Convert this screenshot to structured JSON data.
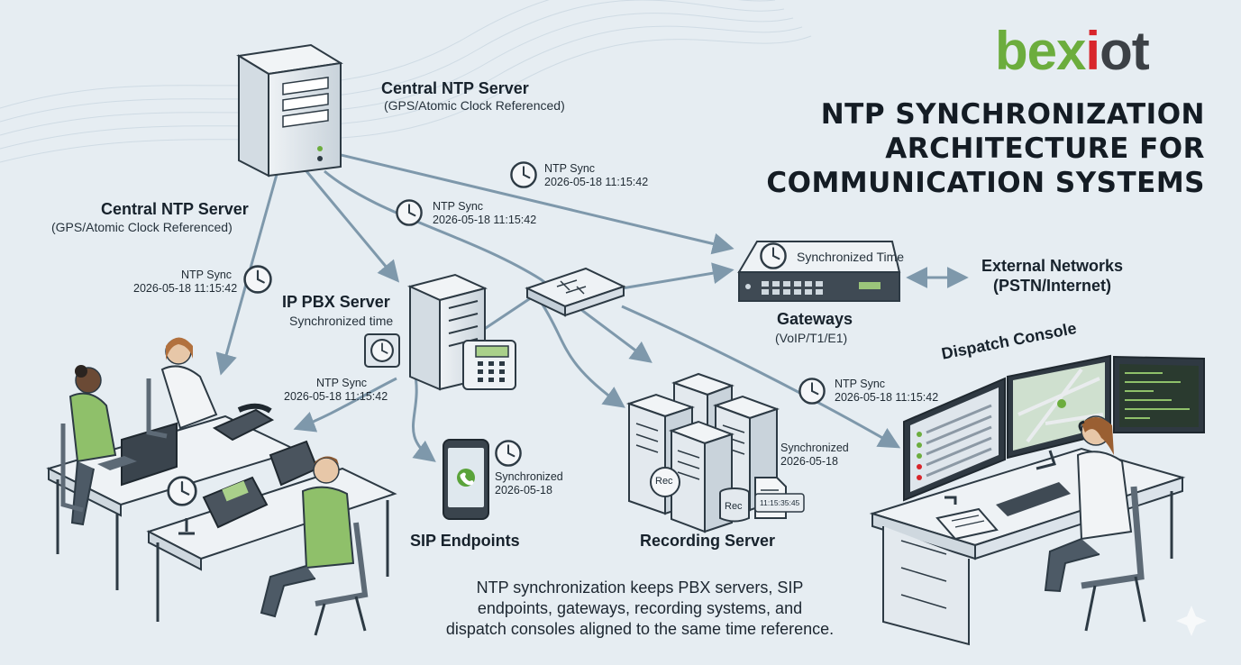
{
  "brand": {
    "logo_part1": "bex",
    "logo_part2": "i",
    "logo_part3": "ot"
  },
  "title": {
    "line1": "NTP SYNCHRONIZATION",
    "line2": "ARCHITECTURE FOR",
    "line3": "COMMUNICATION SYSTEMS"
  },
  "nodes": {
    "central_top": {
      "label": "Central NTP Server",
      "sub": "(GPS/Atomic Clock Referenced)"
    },
    "central_left": {
      "label": "Central NTP Server",
      "sub": "(GPS/Atomic Clock Referenced)"
    },
    "ip_pbx": {
      "label": "IP PBX Server",
      "sub": "Synchronized time"
    },
    "gateways": {
      "label": "Gateways",
      "sub": "(VoIP/T1/E1)",
      "badge": "Synchronized Time"
    },
    "external": {
      "label1": "External Networks",
      "label2": "(PSTN/Internet)"
    },
    "sip": {
      "label": "SIP Endpoints",
      "sync_label": "Synchronized",
      "sync_date": "2026-05-18"
    },
    "recording": {
      "label": "Recording Server",
      "sync_label": "Synchronized",
      "sync_date": "2026-05-18",
      "rec_label": "Rec",
      "rec_label2": "Rec",
      "time_tag": "11:15:35:45"
    },
    "dispatch": {
      "label": "Dispatch Console"
    }
  },
  "sync_labels": {
    "s1": {
      "label": "NTP Sync",
      "ts": "2026-05-18 11:15:42"
    },
    "s2": {
      "label": "NTP Sync",
      "ts": "2026-05-18 11:15:42"
    },
    "s3": {
      "label": "NTP Sync",
      "ts": "2026-05-18 11:15:42"
    },
    "s4": {
      "label": "NTP Sync",
      "ts": "2026-05-18 11:15:42"
    },
    "s5": {
      "label": "NTP Sync",
      "ts": "2026-05-18 11:15:42"
    }
  },
  "caption": {
    "line1": "NTP synchronization keeps PBX servers, SIP",
    "line2": "endpoints, gateways, recording systems, and",
    "line3": "dispatch consoles aligned to the same time reference."
  },
  "colors": {
    "background": "#e6edf2",
    "arrow": "#7e98ab",
    "server_body": "#dbe3ea",
    "accent_green": "#6cad3d",
    "accent_red": "#d8252b"
  },
  "icons": [
    "clock-icon",
    "server-icon",
    "network-switch-icon",
    "gateway-icon",
    "phone-icon",
    "smartphone-icon",
    "monitor-icon",
    "document-icon",
    "clipboard-icon"
  ]
}
